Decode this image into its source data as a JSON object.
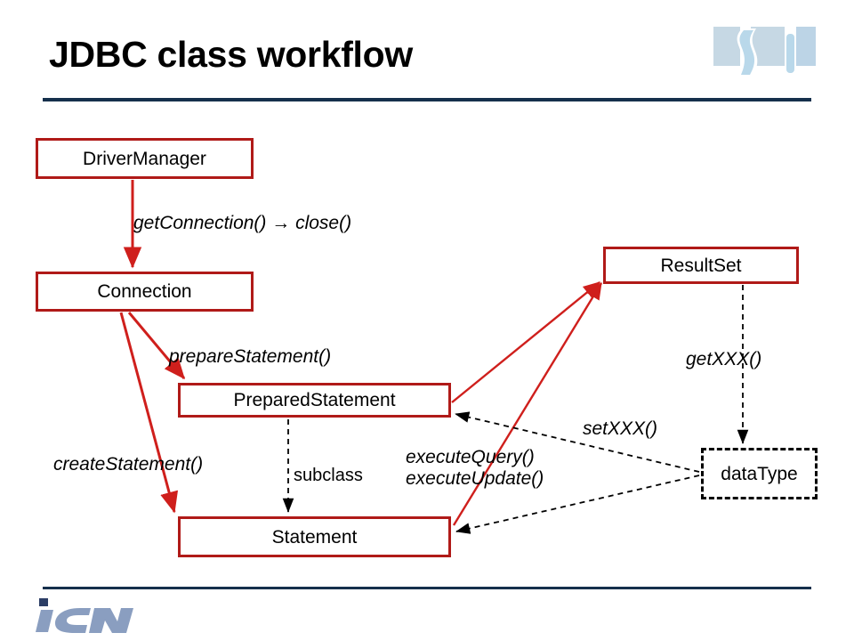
{
  "slide": {
    "title": "JDBC class workflow",
    "accent_color": "#15304c",
    "node_color": "#b01a18",
    "arrow_color": "#b01a18",
    "dashed_color": "#000000",
    "background": "#ffffff"
  },
  "logos": {
    "corner_logo_name": "isu-corner-logo",
    "footer_logo_text": "iCN",
    "footer_logo_color": "#8a9ec0"
  },
  "diagram": {
    "type": "class-workflow",
    "nodes": [
      {
        "id": "drivermanager",
        "label": "DriverManager",
        "style": "solid-red"
      },
      {
        "id": "connection",
        "label": "Connection",
        "style": "solid-red"
      },
      {
        "id": "preparedstatement",
        "label": "PreparedStatement",
        "style": "solid-red"
      },
      {
        "id": "statement",
        "label": "Statement",
        "style": "solid-red"
      },
      {
        "id": "resultset",
        "label": "ResultSet",
        "style": "solid-red"
      },
      {
        "id": "datatype",
        "label": "dataType",
        "style": "dashed-black"
      }
    ],
    "edges": [
      {
        "from": "drivermanager",
        "to": "connection",
        "label": "getConnection() → close()",
        "style": "solid-red",
        "italic": true
      },
      {
        "from": "connection",
        "to": "preparedstatement",
        "label": "prepareStatement()",
        "style": "solid-red",
        "italic": true
      },
      {
        "from": "connection",
        "to": "statement",
        "label": "createStatement()",
        "style": "solid-red",
        "italic": true
      },
      {
        "from": "preparedstatement",
        "to": "statement",
        "label": "subclass",
        "style": "dashed-black",
        "italic": false
      },
      {
        "from": "preparedstatement",
        "to": "resultset",
        "label": "executeQuery()",
        "style": "solid-red",
        "italic": true
      },
      {
        "from": "statement",
        "to": "resultset",
        "label": "executeUpdate()",
        "style": "solid-red",
        "italic": true
      },
      {
        "from": "resultset",
        "to": "datatype",
        "label": "getXXX()",
        "style": "dashed-black",
        "italic": true
      },
      {
        "from": "datatype",
        "to": "preparedstatement",
        "label": "setXXX()",
        "style": "dashed-black",
        "italic": true
      },
      {
        "from": "datatype",
        "to": "statement",
        "label": "",
        "style": "dashed-black",
        "italic": true
      }
    ],
    "labels": {
      "getconnection": "getConnection() → close()",
      "preparestatement": "prepareStatement()",
      "createstatement": "createStatement()",
      "subclass": "subclass",
      "execute_query": "executeQuery()",
      "execute_update": "executeUpdate()",
      "getxxx": "getXXX()",
      "setxxx": "setXXX()"
    }
  }
}
